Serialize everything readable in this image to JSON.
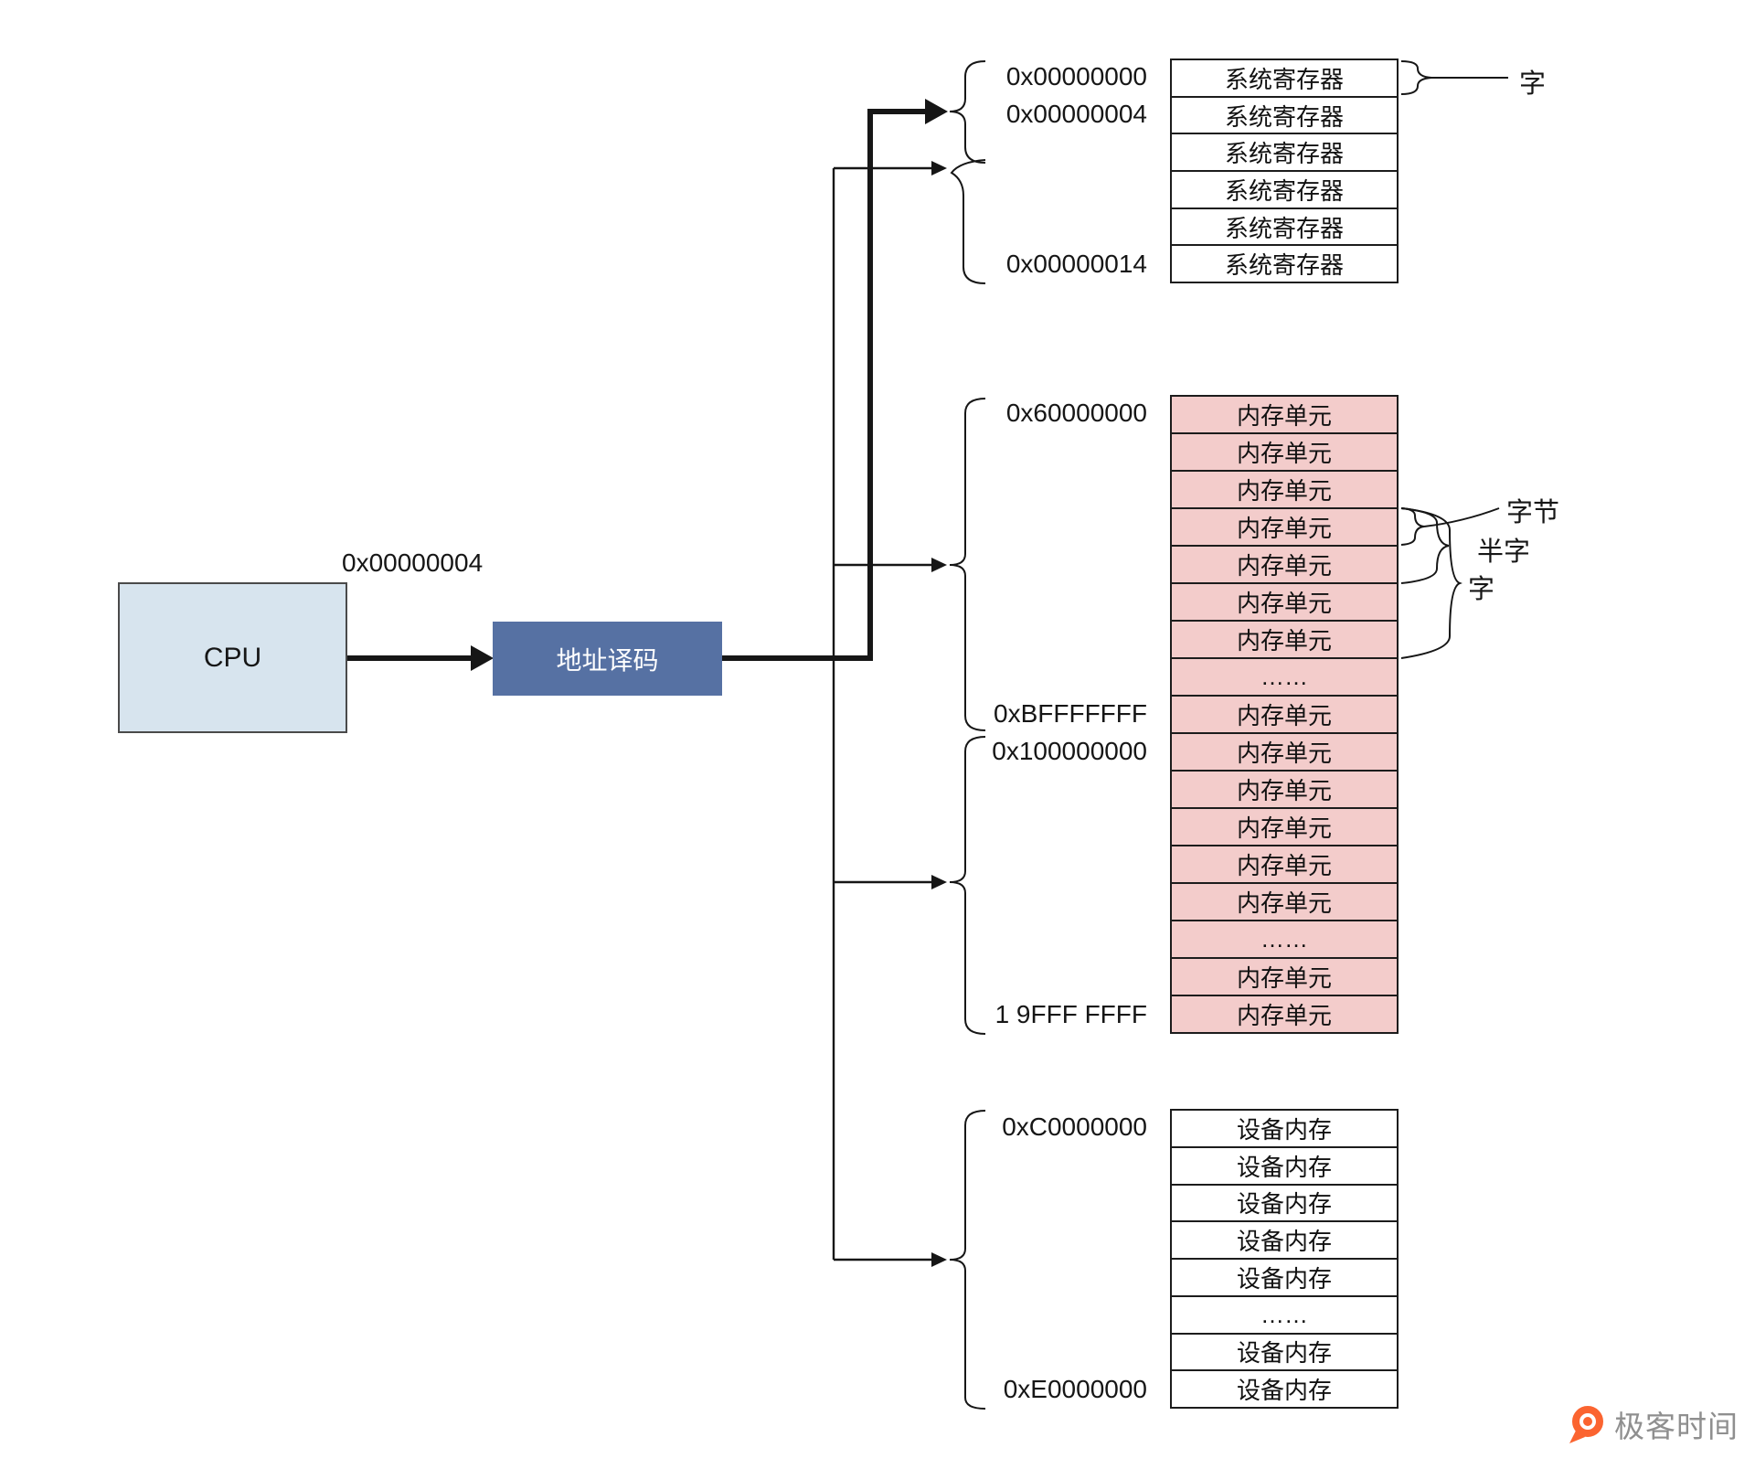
{
  "nodes": {
    "cpu_label": "CPU",
    "decoder_label": "地址译码",
    "bus_address": "0x00000004"
  },
  "register_region": {
    "rows": [
      "系统寄存器",
      "系统寄存器",
      "系统寄存器",
      "系统寄存器",
      "系统寄存器",
      "系统寄存器"
    ],
    "addresses": {
      "start": "0x00000000",
      "second": "0x00000004",
      "end": "0x00000014"
    },
    "word_label": "字"
  },
  "memory_region": {
    "rows": [
      "内存单元",
      "内存单元",
      "内存单元",
      "内存单元",
      "内存单元",
      "内存单元",
      "内存单元",
      "……",
      "内存单元",
      "内存单元",
      "内存单元",
      "内存单元",
      "内存单元",
      "内存单元",
      "……",
      "内存单元",
      "内存单元"
    ],
    "addresses": {
      "start": "0x60000000",
      "low_end": "0xBFFFFFFF",
      "high_start": "0x100000000",
      "end": "1 9FFF FFFF"
    },
    "byte_label": "字节",
    "halfword_label": "半字",
    "word_label": "字"
  },
  "device_region": {
    "rows": [
      "设备内存",
      "设备内存",
      "设备内存",
      "设备内存",
      "设备内存",
      "……",
      "设备内存",
      "设备内存"
    ],
    "addresses": {
      "start": "0xC0000000",
      "end": "0xE0000000"
    }
  },
  "footer": {
    "brand": "极客时间"
  },
  "colors": {
    "cpu_fill": "#d7e4ee",
    "decoder_fill": "#5671a3",
    "memory_cell_fill": "#f3cccb",
    "wire": "#161616",
    "brand_orange": "#fb6430",
    "brand_text": "#8f8f8f"
  }
}
